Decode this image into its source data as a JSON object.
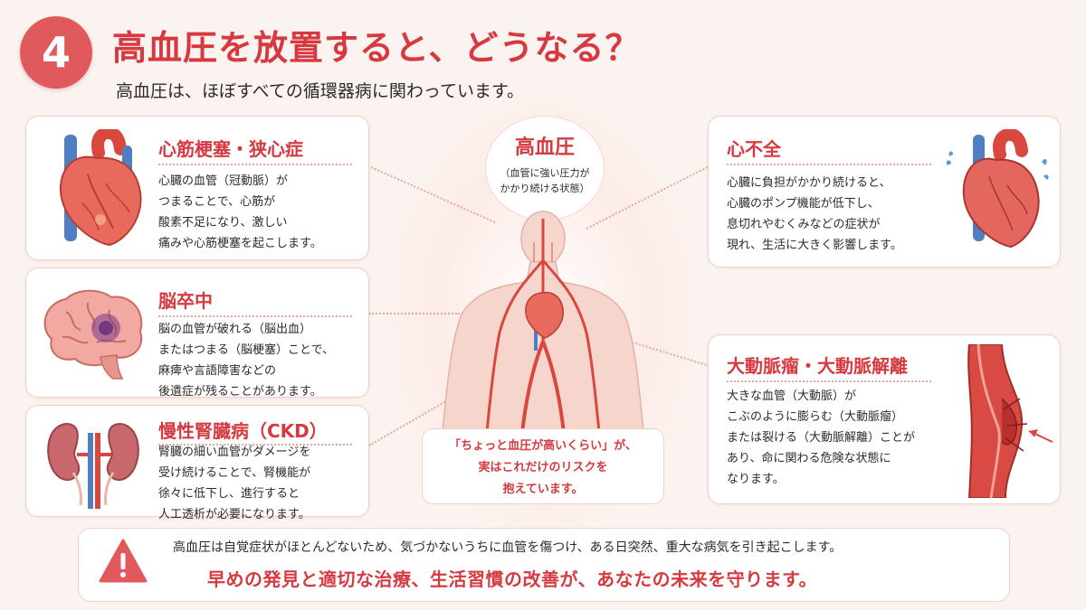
{
  "header": {
    "number": "4",
    "title": "高血圧を放置すると、どうなる？",
    "subtitle": "高血圧は、ほぼすべての循環器病に関わっています。"
  },
  "center": {
    "title": "高血圧",
    "desc_lines": [
      "（血管に強い圧力が",
      "かかり続ける状態）"
    ],
    "quote_lines": [
      "「ちょっと血圧が高いくらい」が、",
      "実はこれだけのリスクを",
      "抱えています。"
    ]
  },
  "cards": {
    "mi": {
      "title": "心筋梗塞・狭心症",
      "lines": [
        "心臓の血管（冠動脈）が",
        "つまることで、心筋が",
        "酸素不足になり、激しい",
        "痛みや心筋梗塞を起こします。"
      ],
      "icon": "heart-icon"
    },
    "stroke": {
      "title": "脳卒中",
      "lines": [
        "脳の血管が破れる（脳出血）",
        "またはつまる（脳梗塞）ことで、",
        "麻痺や言語障害などの",
        "後遺症が残ることがあります。"
      ],
      "icon": "brain-icon"
    },
    "ckd": {
      "title": "慢性腎臓病（CKD）",
      "lines": [
        "腎臓の細い血管がダメージを",
        "受け続けることで、腎機能が",
        "徐々に低下し、進行すると",
        "人工透析が必要になります。"
      ],
      "icon": "kidney-icon"
    },
    "hf": {
      "title": "心不全",
      "lines": [
        "心臓に負担がかかり続けると、",
        "心臓のポンプ機能が低下し、",
        "息切れやむくみなどの症状が",
        "現れ、生活に大きく影響します。"
      ],
      "icon": "tired-heart-icon"
    },
    "aorta": {
      "title": "大動脈瘤・大動脈解離",
      "lines": [
        "大きな血管（大動脈）が",
        "こぶのように膨らむ（大動脈瘤）",
        "または裂ける（大動脈解離）ことが",
        "あり、命に関わる危険な状態に",
        "なります。"
      ],
      "icon": "aorta-icon"
    }
  },
  "footer": {
    "line1": "高血圧は自覚症状がほとんどないため、気づかないうちに血管を傷つけ、ある日突然、重大な病気を引き起こします。",
    "line2": "早めの発見と適切な治療、生活習慣の改善が、あなたの未来を守ります。",
    "icon": "warning-icon"
  },
  "colors": {
    "accent": "#d63a40",
    "badge": "#e05a5d",
    "border": "#f3cfc9",
    "background": "#fbf3ef"
  }
}
